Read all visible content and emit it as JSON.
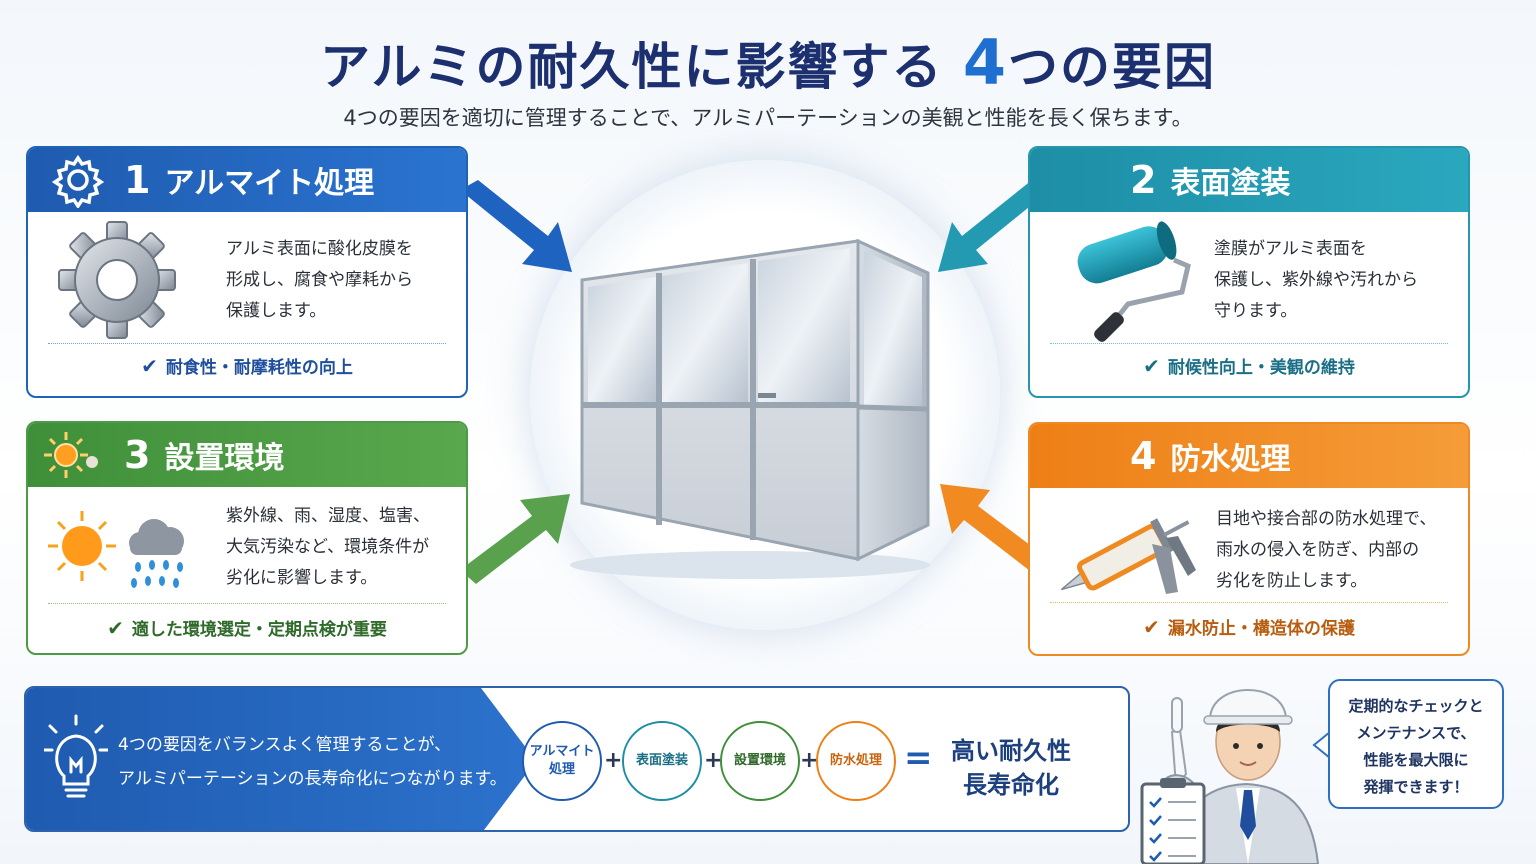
{
  "header": {
    "title_prefix": "アルミの耐久性に影響する ",
    "title_number": "4",
    "title_suffix": "つの要因",
    "subtitle": "4つの要因を適切に管理することで、アルミパーテーションの美観と性能を長く保ちます。"
  },
  "factors": [
    {
      "number": "1",
      "name": "アルマイト処理",
      "desc": [
        "アルミ表面に酸化皮膜を",
        "形成し、腐食や摩耗から",
        "保護します。"
      ],
      "benefit": "耐食性・耐摩耗性の向上",
      "icon": "gear-icon",
      "color": "#1f5bb0"
    },
    {
      "number": "2",
      "name": "表面塗装",
      "desc": [
        "塗膜がアルミ表面を",
        "保護し、紫外線や汚れから",
        "守ります。"
      ],
      "benefit": "耐候性向上・美観の維持",
      "icon": "paint-roller-icon",
      "color": "#1d8ea6"
    },
    {
      "number": "3",
      "name": "設置環境",
      "desc": [
        "紫外線、雨、湿度、塩害、",
        "大気汚染など、環境条件が",
        "劣化に影響します。"
      ],
      "benefit": "適した環境選定・定期点検が重要",
      "icon": "sun-rain-icon",
      "color": "#3f8f3a"
    },
    {
      "number": "4",
      "name": "防水処理",
      "desc": [
        "目地や接合部の防水処理で、",
        "雨水の侵入を防ぎ、内部の",
        "劣化を防止します。"
      ],
      "benefit": "漏水防止・構造体の保護",
      "icon": "caulking-gun-icon",
      "color": "#ee7f16"
    }
  ],
  "summary": {
    "message": [
      "4つの要因をバランスよく管理することが、",
      "アルミパーテーションの長寿命化につながります。"
    ],
    "bubbles": [
      {
        "label_lines": [
          "アルマイト",
          "処理"
        ],
        "color": "#1f5bb0"
      },
      {
        "label_lines": [
          "表面塗装"
        ],
        "color": "#1d8ea6"
      },
      {
        "label_lines": [
          "設置環境"
        ],
        "color": "#3f8f3a"
      },
      {
        "label_lines": [
          "防水処理"
        ],
        "color": "#ee7f16"
      }
    ],
    "plus": "+",
    "equals": "=",
    "result": [
      "高い耐久性",
      "長寿命化"
    ]
  },
  "speech": [
    "定期的なチェックと",
    "メンテナンスで、",
    "性能を最大限に",
    "発揮できます！"
  ]
}
